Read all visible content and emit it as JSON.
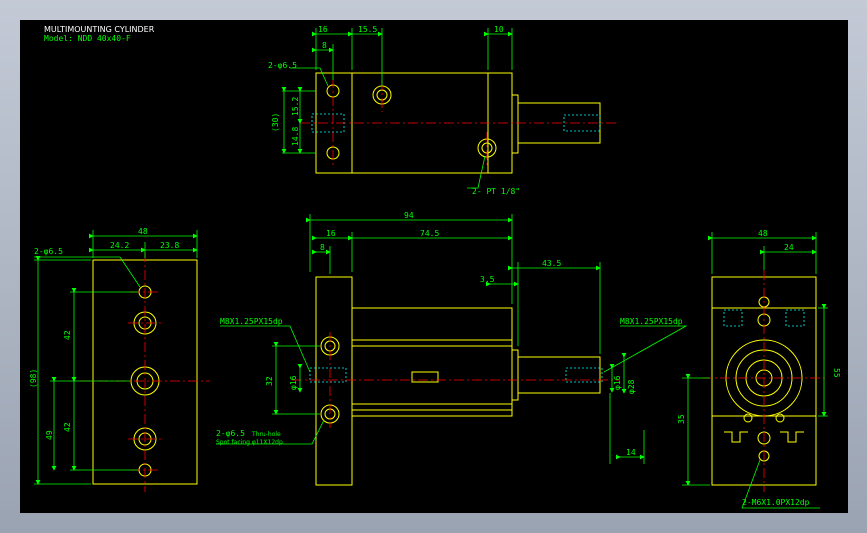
{
  "title_block": {
    "title": "MULTIMOUNTING CYLINDER",
    "model": "Model: NDD 40x40-F"
  },
  "colors": {
    "background": "#000000",
    "outline": "#ffff00",
    "dimension": "#00ff00",
    "centerline": "#ff0000",
    "hidden": "#00ffff",
    "frame": "#9aa3b2"
  },
  "top_view": {
    "dims": {
      "d16": "16",
      "d15_5": "15.5",
      "d10": "10",
      "d8": "8",
      "d15_2": "15.2",
      "d14_8": "14.8",
      "d30": "(30)"
    },
    "notes": {
      "holes": "2-φ6.5",
      "port": "2- PT 1/8\""
    }
  },
  "front_view": {
    "dims": {
      "d94": "94",
      "d16": "16",
      "d74_5": "74.5",
      "d8": "8",
      "d3_5": "3.5",
      "d43_5": "43.5",
      "d32": "32",
      "d16b": "φ16",
      "d28": "φ28",
      "d14": "14"
    },
    "notes": {
      "thread_left": "M8X1.25PX15dp",
      "thread_right": "M8X1.25PX15dp",
      "holes": "2-φ6.5",
      "holes_thru": "Thru-hole",
      "spot": "Spot facing φ11X12dp",
      "rod": "φ16"
    }
  },
  "left_view": {
    "dims": {
      "d48": "48",
      "d24_2": "24.2",
      "d23_8": "23.8",
      "d42a": "42",
      "d42b": "42",
      "d49": "49",
      "d98": "(98)"
    },
    "notes": {
      "holes": "2-φ6.5"
    }
  },
  "right_view": {
    "dims": {
      "d48": "48",
      "d24": "24",
      "d35": "35",
      "d55": "55"
    },
    "notes": {
      "tapped": "2-M6X1.0PX12dp"
    }
  }
}
